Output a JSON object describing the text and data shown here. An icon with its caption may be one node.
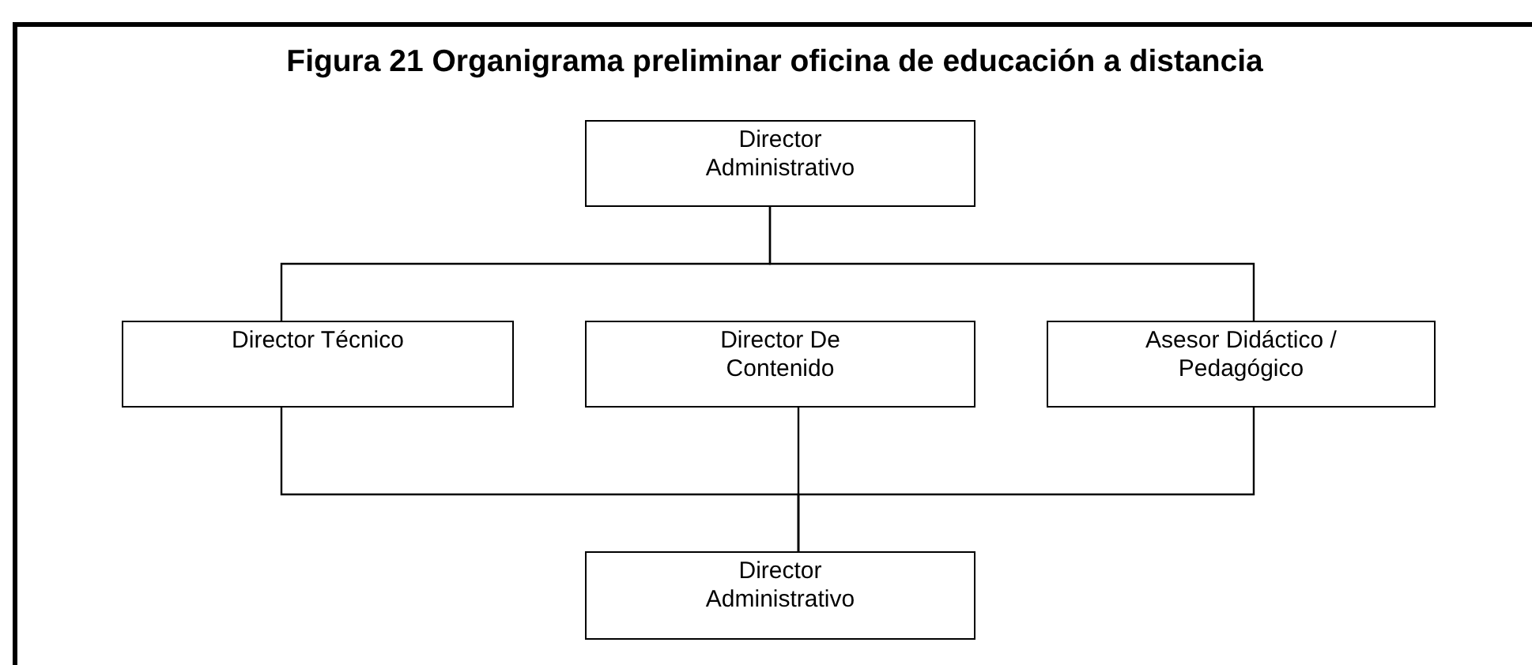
{
  "diagram": {
    "title": "Figura 21 Organigrama preliminar oficina de educación a distancia",
    "nodes": [
      {
        "text": [
          "Director Administrativo"
        ]
      },
      {
        "text": [
          "Director Técnico"
        ]
      },
      {
        "text": [
          "Director De Contenido"
        ]
      },
      {
        "text": [
          "Asesor Didáctico / Pedagógico"
        ]
      },
      {
        "text": [
          "Director Administrativo"
        ]
      }
    ],
    "edges": [
      {
        "from": 0,
        "to": 1,
        "arrow": "none"
      },
      {
        "from": 0,
        "to": 3,
        "arrow": "none"
      },
      {
        "from": 1,
        "to": 4,
        "arrow": "none"
      },
      {
        "from": 2,
        "to": 4,
        "arrow": "none"
      },
      {
        "from": 3,
        "to": 4,
        "arrow": "none"
      }
    ]
  }
}
